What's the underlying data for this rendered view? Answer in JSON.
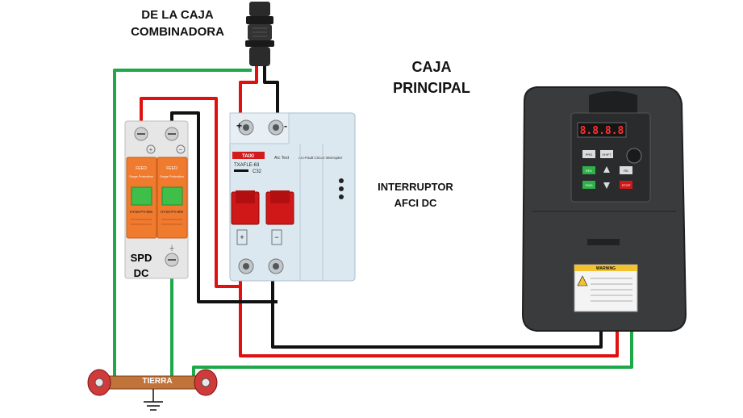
{
  "labels": {
    "combiner_line1": "DE LA CAJA",
    "combiner_line2": "COMBINADORA",
    "main_box_line1": "CAJA",
    "main_box_line2": "PRINCIPAL",
    "breaker_line1": "INTERRUPTOR",
    "breaker_line2": "AFCI DC",
    "spd_line1": "SPD",
    "spd_line2": "DC",
    "ground": "TIERRA"
  },
  "breaker": {
    "brand": "TAIXI",
    "model": "TXAFLE-63",
    "rating": "C32",
    "arc_test": "Arc Test",
    "afci_title": "Arc-Fault Circuit Interrupter",
    "terminal_plus": "+",
    "terminal_minus": "-"
  },
  "spd": {
    "brand": "FEEO",
    "desc": "Surge Protection Device",
    "model": "HYS6-PV-800"
  },
  "inverter": {
    "display": "8.8.8.8",
    "buttons": [
      "PRG ESC",
      "SHIFT",
      "REV JOG",
      "RD WT",
      "FWD",
      "STOP RESET"
    ],
    "warning_title": "WARNING"
  },
  "colors": {
    "positive_wire": "#e01010",
    "negative_wire": "#111111",
    "ground_wire": "#1ea84a",
    "spd_body": "#f07a2e",
    "breaker_body": "#dce8f0",
    "inverter_body": "#3a3b3d"
  }
}
